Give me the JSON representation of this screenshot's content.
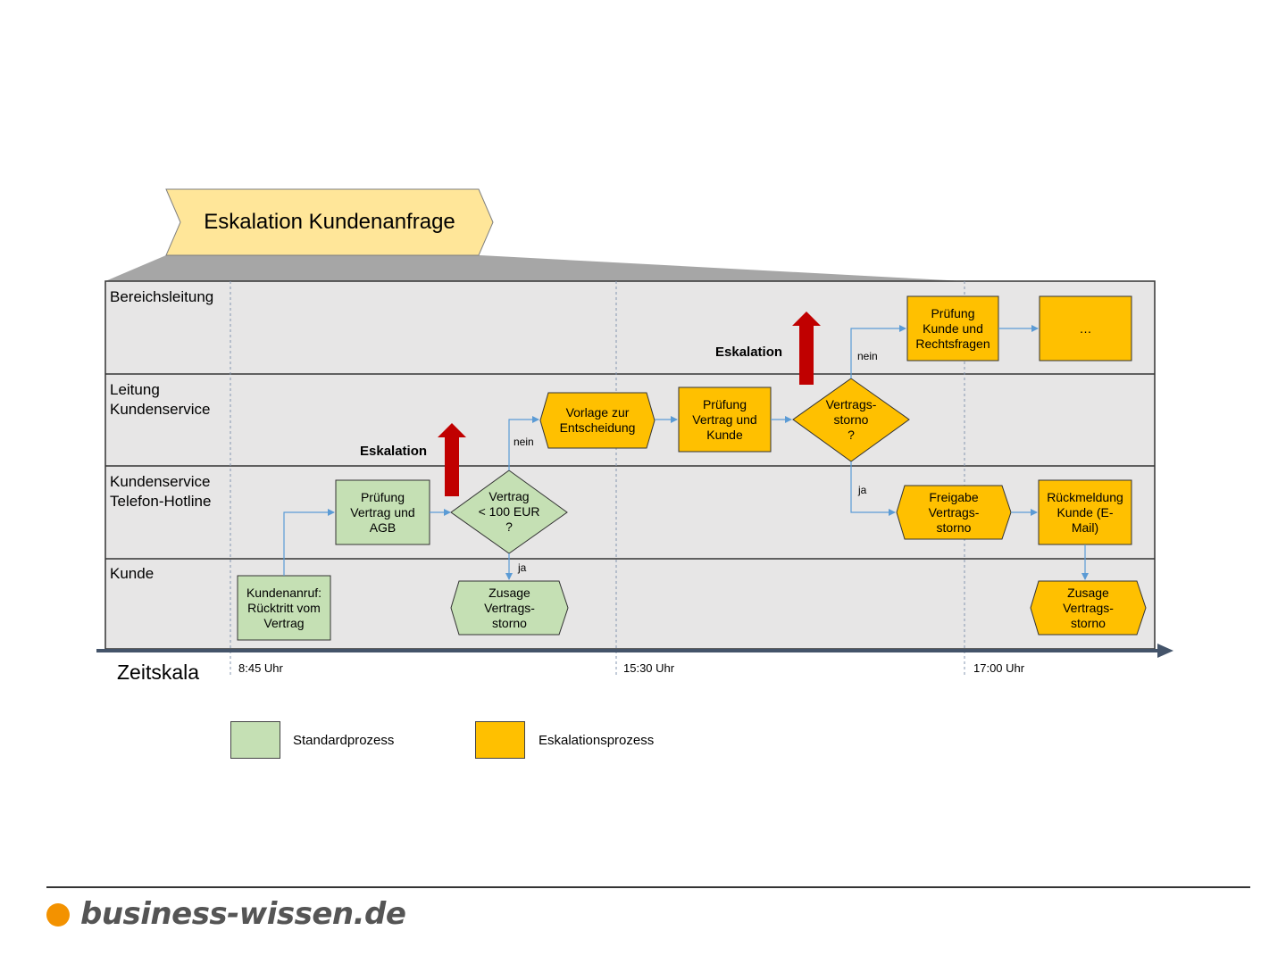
{
  "title": "Eskalation Kundenanfrage",
  "lanes": [
    "Bereichsleitung",
    "Leitung\nKundenservice",
    "Kundenservice\nTelefon-Hotline",
    "Kunde"
  ],
  "axis": {
    "label": "Zeitskala",
    "ticks": [
      "8:45 Uhr",
      "15:30 Uhr",
      "17:00 Uhr"
    ]
  },
  "nodes": {
    "kundenanruf": "Kundenanruf:\nRücktritt vom\nVertrag",
    "pruefung_agb": "Prüfung\nVertrag und\nAGB",
    "vertrag_100": "Vertrag\n< 100 EUR\n?",
    "zusage_1": "Zusage\nVertrags-\nstorno",
    "vorlage": "Vorlage zur\nEntscheidung",
    "pruefung_kunde": "Prüfung\nVertrag und\nKunde",
    "vertragsstorno_q": "Vertrags-\nstorno\n?",
    "pruefung_recht": "Prüfung\nKunde und\nRechtsfragen",
    "ellipsis": "…",
    "freigabe": "Freigabe\nVertrags-\nstorno",
    "rueckmeldung": "Rückmeldung\nKunde (E-\nMail)",
    "zusage_2": "Zusage\nVertrags-\nstorno"
  },
  "edge_labels": {
    "ja_1": "ja",
    "nein_1": "nein",
    "nein_2": "nein",
    "ja_2": "ja"
  },
  "escalation_label": "Eskalation",
  "legend": [
    {
      "label": "Standardprozess",
      "color": "#c5e0b4"
    },
    {
      "label": "Eskalationsprozess",
      "color": "#ffc000"
    }
  ],
  "colors": {
    "standard": "#c5e0b4",
    "escalation": "#ffc000",
    "title_banner": "#ffe699",
    "lane_bg": "#e7e6e6",
    "escalation_arrow": "#c00000",
    "connector": "#5b9bd5",
    "timeline": "#44546a",
    "brand_dot": "#f39200"
  },
  "footer": {
    "brand": "business-wissen.de"
  }
}
